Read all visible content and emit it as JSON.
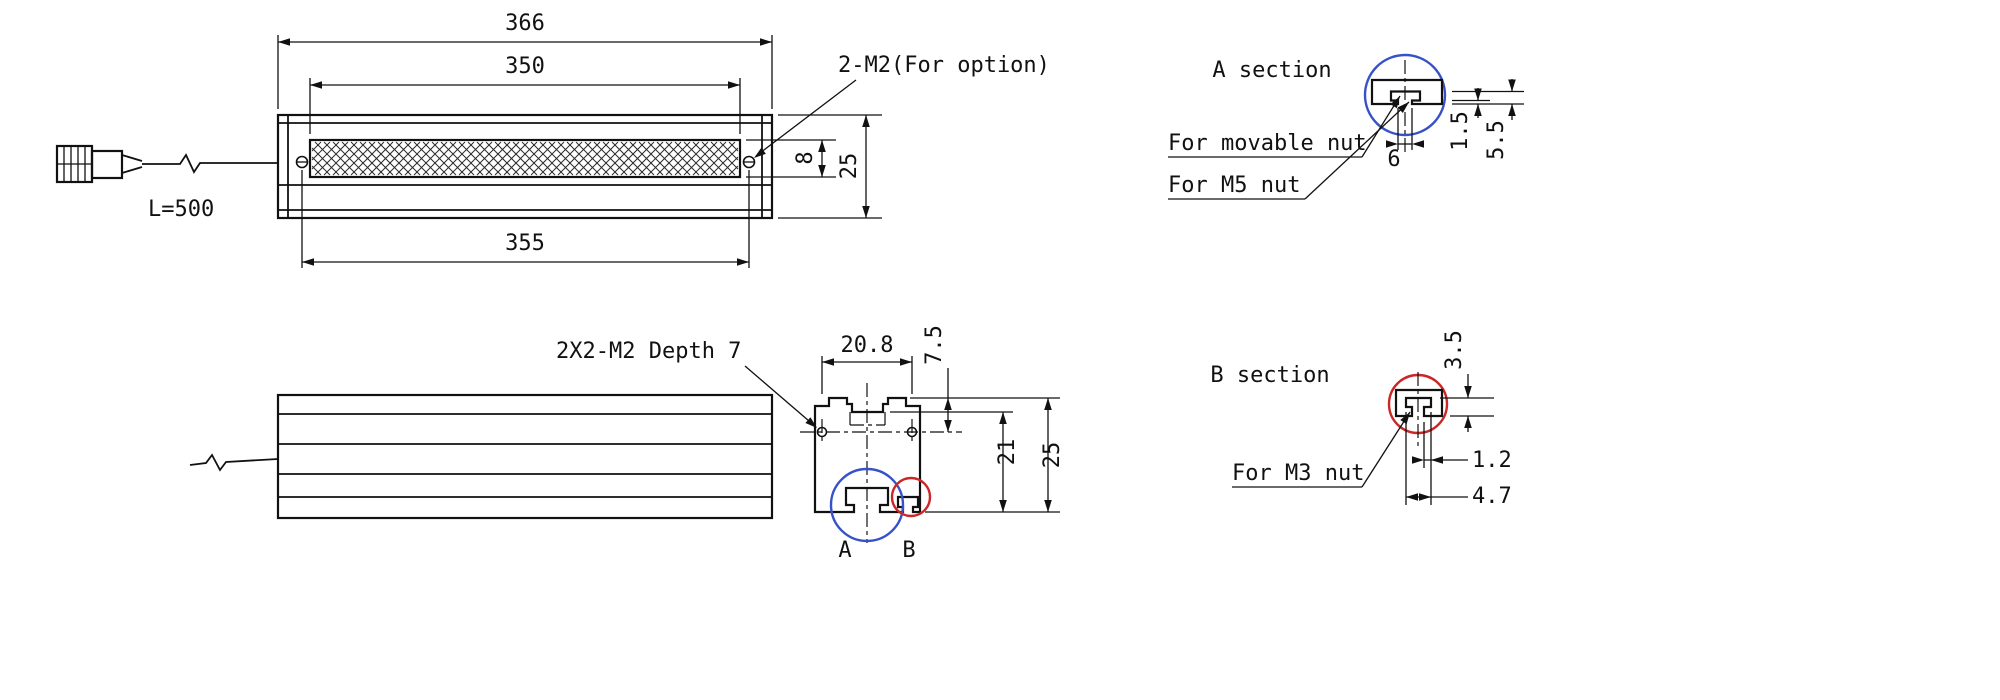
{
  "colors": {
    "line": "#111111",
    "detail_a_circle": "#3752c8",
    "detail_b_circle": "#cb2727"
  },
  "front_view": {
    "dim_overall_width": "366",
    "dim_window_width": "350",
    "dim_hole_span": "355",
    "dim_window_height": "8",
    "dim_body_height": "25",
    "label_option_holes": "2-M2(For option)",
    "label_cable_length": "L=500"
  },
  "cross_section": {
    "label_mount_holes": "2X2-M2 Depth 7",
    "dim_hole_span": "20.8",
    "dim_hole_offset": "7.5",
    "dim_groove_to_bottom": "21",
    "dim_height": "25",
    "label_detail_a": "A",
    "label_detail_b": "B"
  },
  "detail_a": {
    "title": "A section",
    "label_movable_nut": "For movable nut",
    "label_m5_nut": "For M5 nut",
    "dim_slot_opening": "6",
    "dim_lip_depth": "1.5",
    "dim_slot_depth": "5.5"
  },
  "detail_b": {
    "title": "B section",
    "label_m3_nut": "For M3 nut",
    "dim_slot_depth": "3.5",
    "dim_lip_width": "1.2",
    "dim_slot_width": "4.7"
  }
}
